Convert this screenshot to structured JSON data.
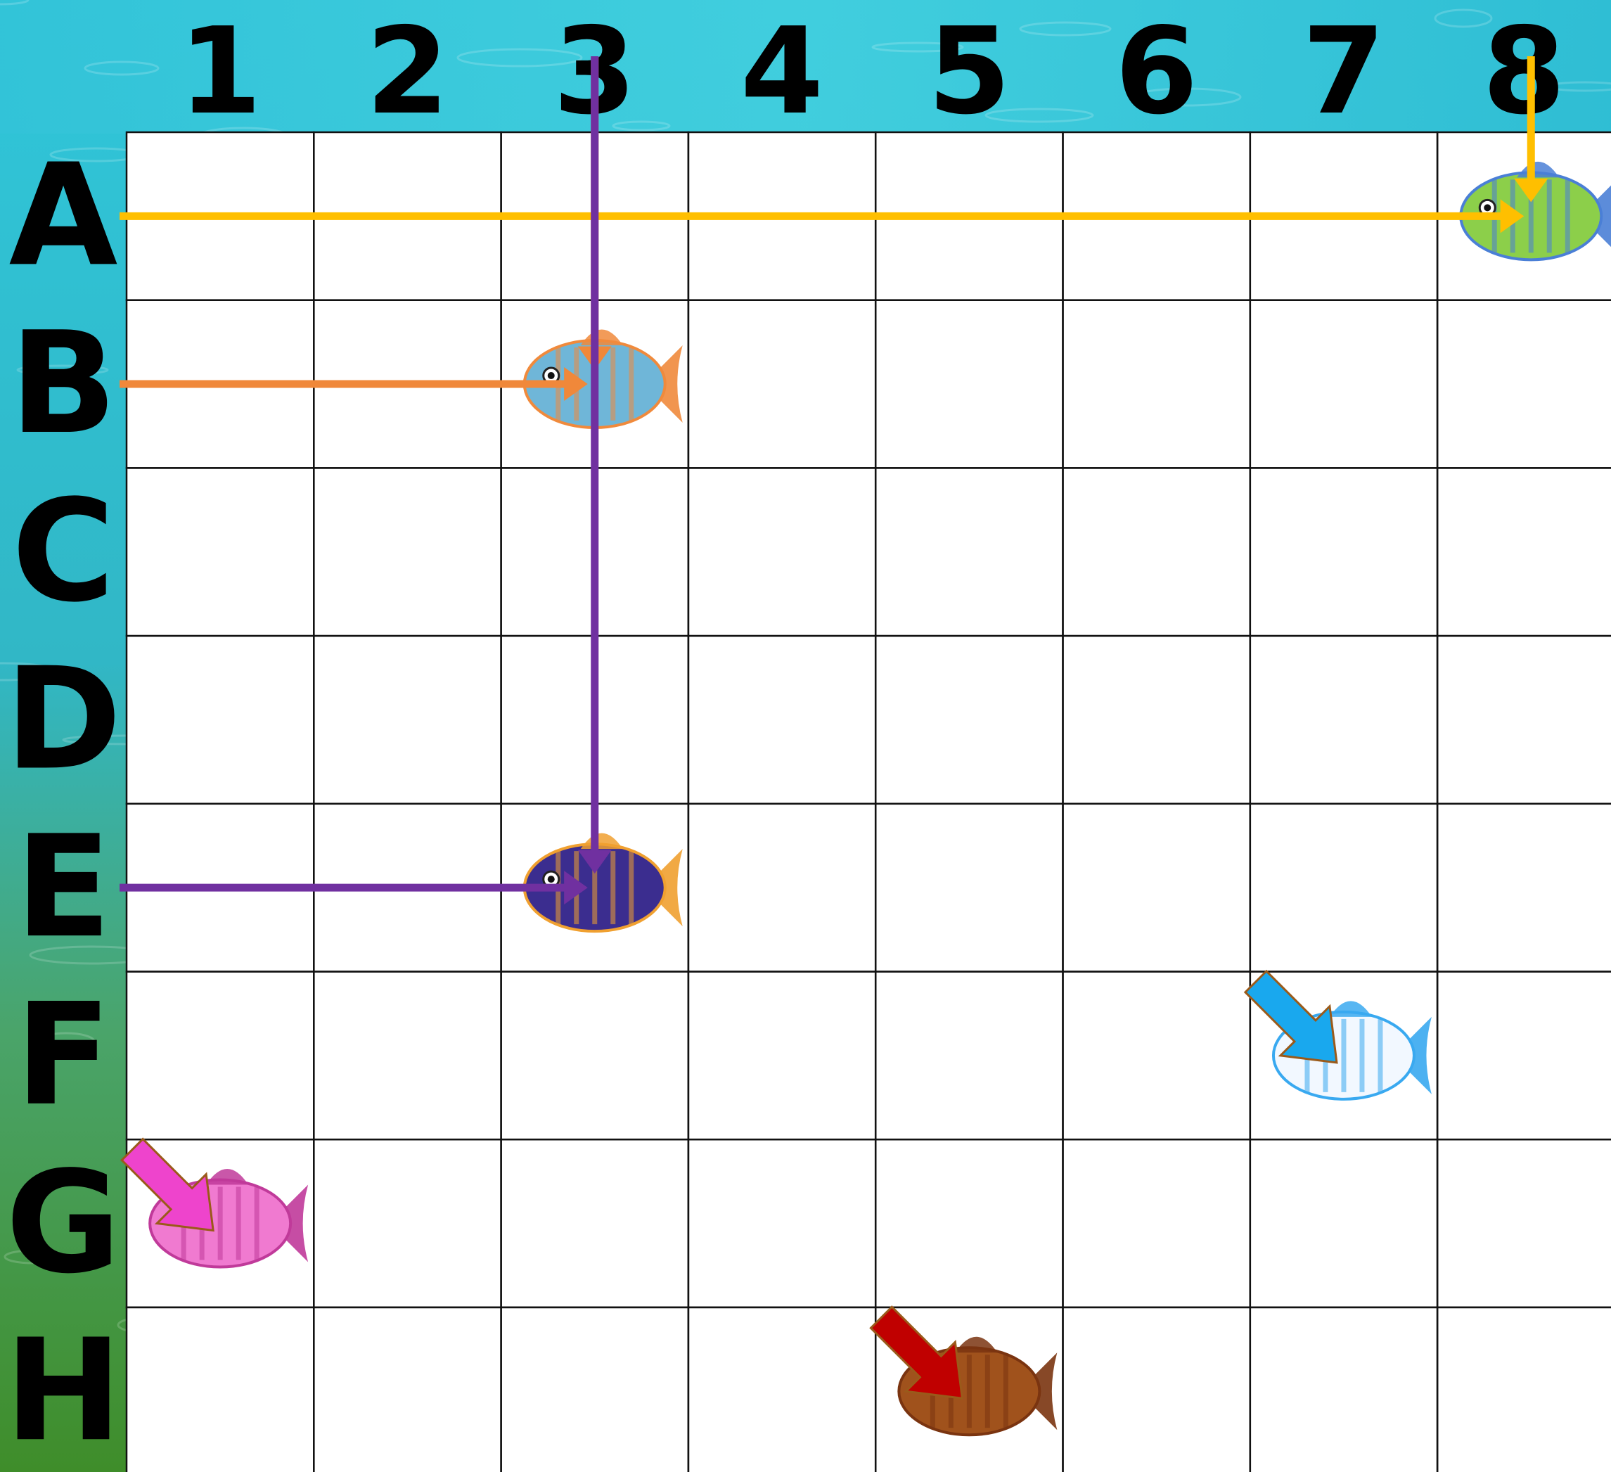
{
  "columns": [
    "1",
    "2",
    "3",
    "4",
    "5",
    "6",
    "7",
    "8"
  ],
  "rows": [
    "A",
    "B",
    "C",
    "D",
    "E",
    "F",
    "G",
    "H"
  ],
  "colors": {
    "grid_line": "#111111",
    "cell_fill": "#ffffff",
    "label": "#000000",
    "water_top": "#2ec4d8",
    "water_bottom": "#3f9a2e"
  },
  "fish": [
    {
      "id": "striped-green-fish",
      "cell": "A8",
      "body": "#8ccf4a",
      "stripe": "#4a7fd6",
      "arrow": "#ffbf00",
      "arrow_style": "coordinate-lines"
    },
    {
      "id": "blue-trout-fish",
      "cell": "B3",
      "body": "#6fb6d8",
      "stripe": "#f08a3c",
      "arrow": "#f0883a",
      "arrow_style": "coordinate-lines"
    },
    {
      "id": "purple-tang-fish",
      "cell": "E3",
      "body": "#3b2d8f",
      "stripe": "#f0a030",
      "arrow": "#7030a0",
      "arrow_style": "coordinate-lines"
    },
    {
      "id": "white-spotted-fish",
      "cell": "F7",
      "body": "#f2f8ff",
      "stripe": "#39a9f0",
      "arrow": "#19a8ee",
      "arrow_style": "block-arrow"
    },
    {
      "id": "pink-angel-fish",
      "cell": "G1",
      "body": "#f07ad0",
      "stripe": "#c03a9a",
      "arrow": "#ee44cc",
      "arrow_style": "block-arrow"
    },
    {
      "id": "brown-goldfish",
      "cell": "H5",
      "body": "#a0521c",
      "stripe": "#7a3410",
      "arrow": "#c00000",
      "arrow_style": "block-arrow"
    }
  ]
}
